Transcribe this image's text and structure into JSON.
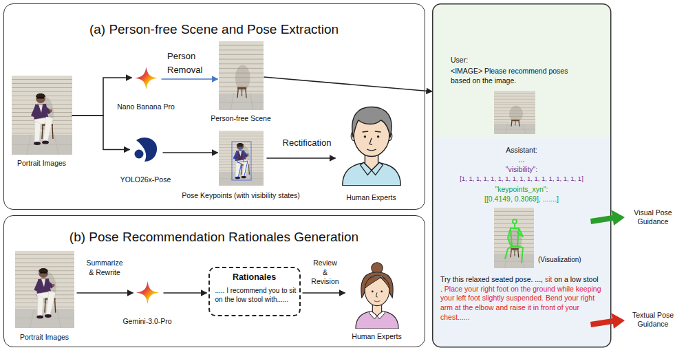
{
  "diagram": {
    "nodes": [
      {
        "text": [
          "(a) Person-free Scene and Pose Extraction"
        ]
      },
      {
        "text": [
          "Portrait Images"
        ],
        "in": 0
      },
      {
        "text": [
          "Nano Banana Pro"
        ],
        "in": 0
      },
      {
        "text": [
          "Person-free Scene"
        ],
        "in": 0
      },
      {
        "text": [
          "YOLO26x-Pose"
        ],
        "in": 0
      },
      {
        "text": [
          "Pose Keypoints (with visibility states)"
        ],
        "in": 0
      },
      {
        "text": [
          "Human Experts"
        ],
        "in": 0
      },
      {
        "text": [
          "(b) Pose Recommendation Rationales Generation"
        ]
      },
      {
        "text": [
          "Portrait Images"
        ],
        "in": 7
      },
      {
        "text": [
          "Gemini-3.0-Pro"
        ],
        "in": 7
      },
      {
        "text": [
          "Rationales",
          "..... I recommend you to sit on the low stool with......"
        ],
        "in": 7
      },
      {
        "text": [
          "Human Experts"
        ],
        "in": 7
      },
      {
        "text": [
          "User:",
          "<IMAGE> Please recommend poses based on the image."
        ]
      },
      {
        "text": [
          "Assistant:",
          "...",
          "\"visibility\":",
          "[1, 1, 1, 1, 1, 1, 1, 1, 1, 1, 1, 1, 1, 1, 1, 1, 1]",
          "\"keypoints_xyn\":",
          "[[0.4149, 0.3069], .......]",
          "(Visualization)",
          "Try this relaxed seated pose. ...,",
          "sit",
          "on a low stool .",
          "Place your right foot on the ground while keeping your left foot slightly suspended. Bend your right arm at the elbow and raise it in front of your chest......"
        ]
      }
    ],
    "edges": [
      {
        "from": 1,
        "to": 2,
        "arrow": "to"
      },
      {
        "from": 1,
        "to": 4,
        "arrow": "to"
      },
      {
        "from": 2,
        "to": 3,
        "label": "Person Removal",
        "arrow": "to"
      },
      {
        "from": 4,
        "to": 5,
        "arrow": "to"
      },
      {
        "from": 5,
        "to": 6,
        "label": "Rectification",
        "arrow": "to"
      },
      {
        "from": 3,
        "to": 12,
        "arrow": "to"
      },
      {
        "from": 8,
        "to": 9,
        "label": "Summarize & Rewrite",
        "arrow": "to"
      },
      {
        "from": 9,
        "to": 10,
        "arrow": "to"
      },
      {
        "from": 10,
        "to": 11,
        "label": "Review & Revision",
        "arrow": "to"
      }
    ],
    "labels": [
      "Visual Pose Guidance",
      "Textual Pose Guidance"
    ]
  }
}
